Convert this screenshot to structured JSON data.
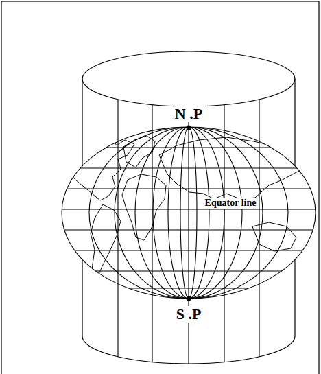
{
  "diagram": {
    "labels": [
      "N .P",
      "S .P",
      "Equator line"
    ]
  }
}
